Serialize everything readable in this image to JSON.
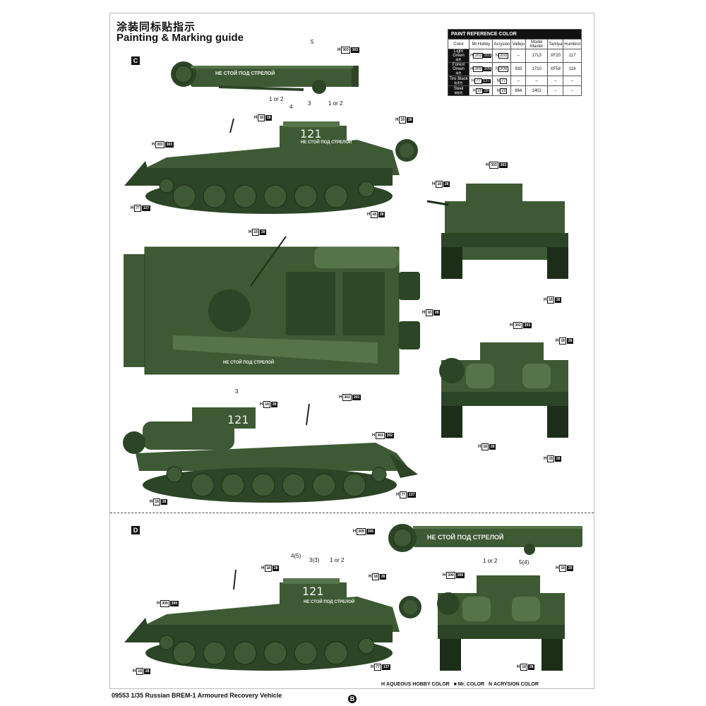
{
  "header": {
    "title_cn": "涂装同标贴指示",
    "title_en": "Painting & Marking guide"
  },
  "sections": {
    "c": "C",
    "d": "D"
  },
  "markings": {
    "slogan": "НЕ СТОЙ ПОД СТРЕЛОЙ",
    "hull_number": "121"
  },
  "callouts": {
    "n5": "5",
    "n1or2": "1 or 2",
    "n4": "4",
    "n3": "3",
    "d_4_5": "4(5)",
    "d_3_3": "3(3)",
    "d_1or2": "1 or 2",
    "d_1or2b": "1 or 2",
    "d_5_4": "5(4)"
  },
  "codes": {
    "h": "H",
    "n": "N",
    "c303": "303",
    "c18": "18",
    "c28": "28",
    "c77": "77",
    "c137": "137",
    "c302": "302",
    "c309": "309",
    "c306": "306",
    "c29": "29"
  },
  "paint_table": {
    "title": "PAINT  REFERENCE COLOR",
    "columns": [
      "Color",
      "Mr.Hobby",
      "Acrysion",
      "Vallejo",
      "Model Master",
      "Tamiya",
      "Humbrol"
    ],
    "rows": [
      {
        "name": "Light Green",
        "cn": "绿色",
        "h": "303",
        "hk": "303",
        "n": "303",
        "vallejo": "–",
        "mm": "1713",
        "tamiya": "XF20",
        "humbrol": "117"
      },
      {
        "name": "Forest Green",
        "cn": "绿色",
        "h": "309",
        "hk": "309",
        "n": "309",
        "vallejo": "893",
        "mm": "1710",
        "tamiya": "XF58",
        "humbrol": "116"
      },
      {
        "name": "Tire Black",
        "cn": "胎黑色",
        "h": "77",
        "hk": "137",
        "n": "77",
        "vallejo": "–",
        "mm": "–",
        "tamiya": "–",
        "humbrol": "–"
      },
      {
        "name": "Steel",
        "cn": "钢铁色",
        "h": "18",
        "hk": "28",
        "n": "18",
        "vallejo": "864",
        "mm": "1402",
        "tamiya": "–",
        "humbrol": "–"
      }
    ]
  },
  "legend": {
    "h_label": "H",
    "h_text": "AQUEOUS HOBBY COLOR",
    "mr_label": "■",
    "mr_text": "Mr. COLOR",
    "n_label": "N",
    "n_text": "ACRYSION COLOR"
  },
  "footer": {
    "text": "09553 1/35 Russian BREM-1 Armoured Recovery Vehicle",
    "page": "B"
  },
  "colors": {
    "green": "#3e5a34",
    "green_dark": "#2c4526",
    "green_light": "#56744a",
    "black": "#111111"
  }
}
